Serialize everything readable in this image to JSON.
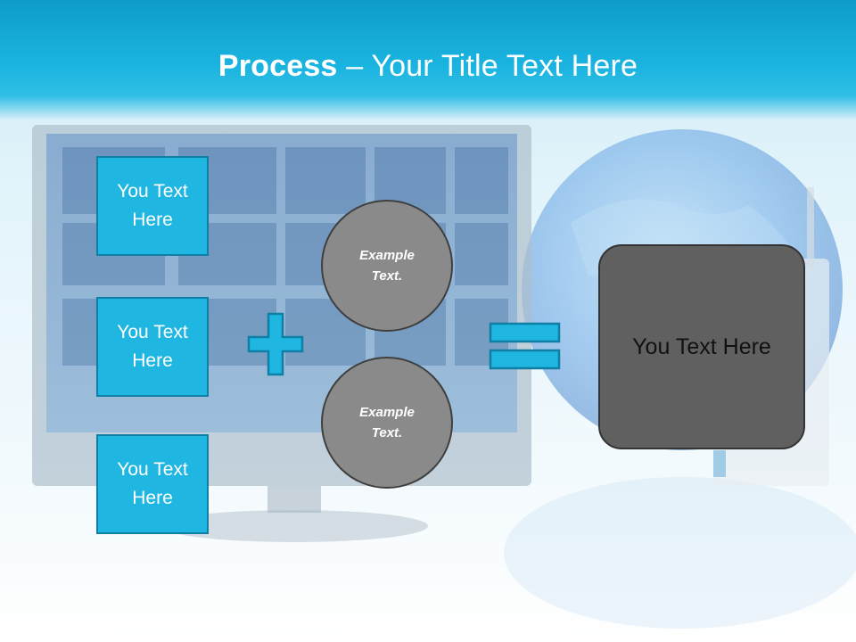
{
  "slide": {
    "title_bold": "Process",
    "title_rest": " – Your Title Text Here"
  },
  "left_boxes": [
    {
      "text": "You Text Here"
    },
    {
      "text": "You Text Here"
    },
    {
      "text": "You Text Here"
    }
  ],
  "circles": [
    {
      "text": "Example Text."
    },
    {
      "text": "Example Text."
    }
  ],
  "operators": {
    "plus_icon": "plus-icon",
    "equals_icon": "equals-icon"
  },
  "result_box": {
    "text": "You Text Here"
  },
  "colors": {
    "accent": "#1fb6e2",
    "accent_border": "#0f7fa6",
    "circle_fill": "#8a8a8a",
    "result_fill": "#606060"
  }
}
